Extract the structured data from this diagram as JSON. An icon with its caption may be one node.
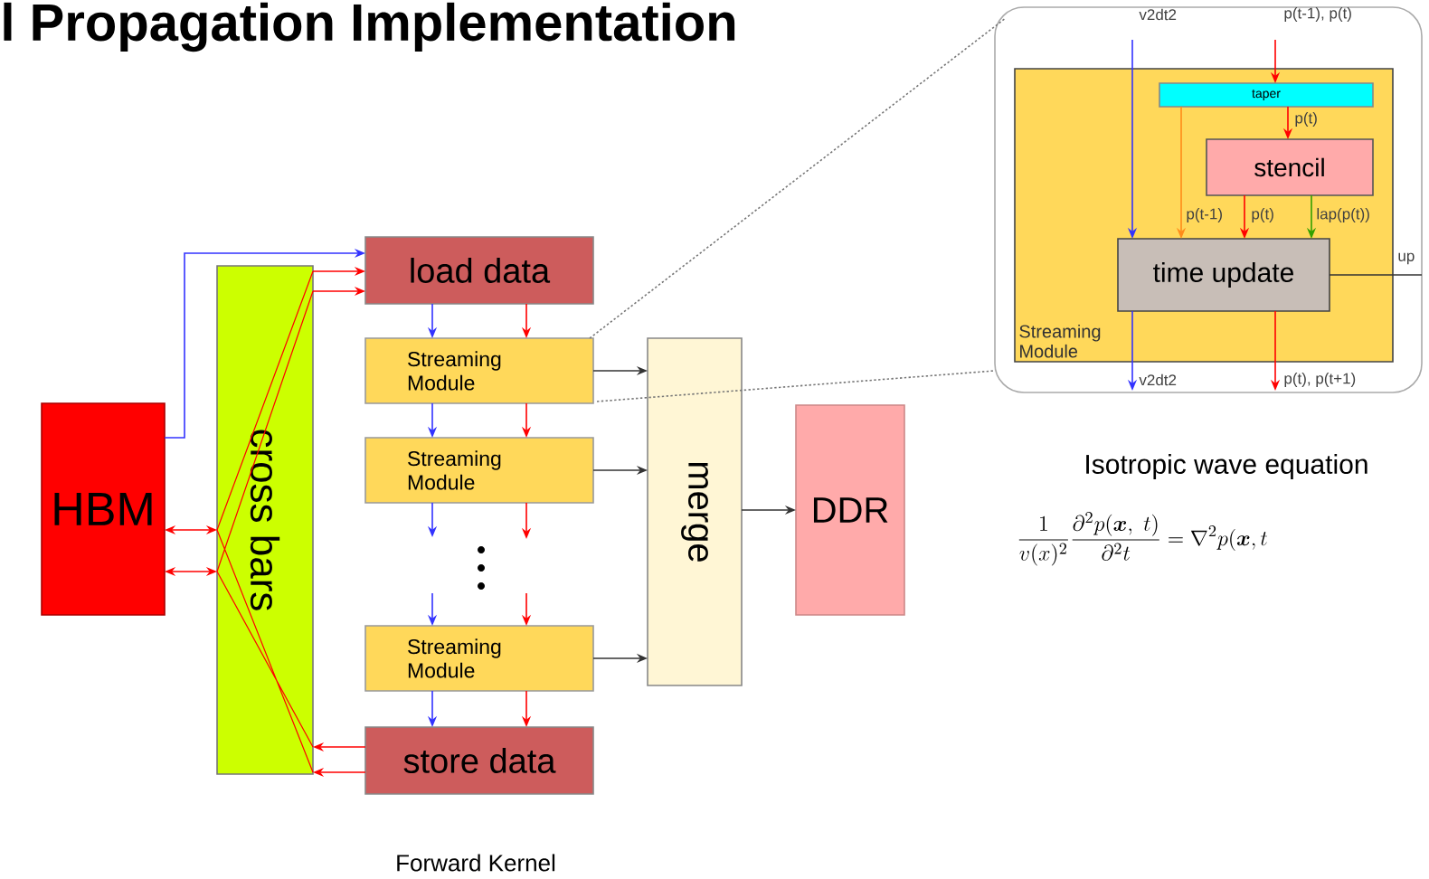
{
  "diagram": {
    "title": "l Propagation Implementation",
    "caption": "Forward Kernel",
    "nodes": [
      {
        "text": [
          "HBM"
        ]
      },
      {
        "text": [
          "cross bars"
        ]
      },
      {
        "text": [
          "load data"
        ]
      },
      {
        "text": [
          "Streaming Module"
        ]
      },
      {
        "text": [
          "Streaming Module"
        ]
      },
      {
        "text": [
          "Streaming Module"
        ]
      },
      {
        "text": [
          "store data"
        ]
      },
      {
        "text": [
          "merge"
        ]
      },
      {
        "text": [
          "DDR"
        ]
      },
      {
        "text": [],
        "shape": "box"
      },
      {
        "text": [
          "Streaming Module"
        ],
        "in": 9
      },
      {
        "text": [
          "taper"
        ],
        "in": 10
      },
      {
        "text": [
          "stencil"
        ],
        "in": 10
      },
      {
        "text": [
          "time update"
        ],
        "in": 10
      }
    ],
    "edges": [
      {
        "from": 0,
        "to": 2,
        "arrow": "to",
        "color": "#3333ff"
      },
      {
        "from": 0,
        "to": 1,
        "arrow": "both"
      },
      {
        "from": 0,
        "to": 1,
        "arrow": "both"
      },
      {
        "from": 1,
        "to": 2,
        "arrow": "to"
      },
      {
        "from": 1,
        "to": 2,
        "arrow": "to"
      },
      {
        "from": 6,
        "to": 1,
        "arrow": "to"
      },
      {
        "from": 6,
        "to": 1,
        "arrow": "to"
      },
      {
        "from": 2,
        "to": 3,
        "arrow": "to",
        "color": "#3333ff"
      },
      {
        "from": 2,
        "to": 3,
        "arrow": "to"
      },
      {
        "from": 3,
        "to": 4,
        "arrow": "to",
        "color": "#3333ff"
      },
      {
        "from": 3,
        "to": 4,
        "arrow": "to"
      },
      {
        "from": 4,
        "to": null,
        "arrow": "to",
        "color": "#3333ff"
      },
      {
        "from": 4,
        "to": null,
        "arrow": "to"
      },
      {
        "from": null,
        "to": 5,
        "arrow": "to",
        "color": "#3333ff"
      },
      {
        "from": null,
        "to": 5,
        "arrow": "to"
      },
      {
        "from": 5,
        "to": 6,
        "arrow": "to",
        "color": "#3333ff"
      },
      {
        "from": 5,
        "to": 6,
        "arrow": "to"
      },
      {
        "from": 3,
        "to": 7,
        "arrow": "to",
        "color": "#333333"
      },
      {
        "from": 4,
        "to": 7,
        "arrow": "to",
        "color": "#333333"
      },
      {
        "from": 5,
        "to": 7,
        "arrow": "to",
        "color": "#333333"
      },
      {
        "from": 7,
        "to": 8,
        "arrow": "to",
        "color": "#333333"
      },
      {
        "from": 3,
        "to": 9,
        "arrow": "none",
        "style": "dashed",
        "color": "#777777"
      },
      {
        "from": 3,
        "to": 9,
        "arrow": "none",
        "style": "dashed",
        "color": "#777777"
      },
      {
        "from": null,
        "to": 13,
        "arrow": "to",
        "label": "v2dt2",
        "color": "#3333ff"
      },
      {
        "from": null,
        "to": 11,
        "arrow": "to",
        "label": "p(t-1), p(t)"
      },
      {
        "from": 11,
        "to": 12,
        "arrow": "to",
        "label": "p(t)"
      },
      {
        "from": 11,
        "to": 13,
        "arrow": "to",
        "label": "p(t-1)",
        "color": "#ff8c1a"
      },
      {
        "from": 12,
        "to": 13,
        "arrow": "to",
        "label": "p(t)"
      },
      {
        "from": 12,
        "to": 13,
        "arrow": "to",
        "label": "lap(p(t))",
        "color": "#33a000"
      },
      {
        "from": 13,
        "to": null,
        "arrow": "to",
        "label": "v2dt2",
        "color": "#3333ff"
      },
      {
        "from": 13,
        "to": null,
        "arrow": "to",
        "label": "p(t), p(t+1)"
      },
      {
        "from": 13,
        "to": null,
        "arrow": "none",
        "label": "up",
        "color": "#333333"
      }
    ],
    "labels": [
      "Isotropic wave equation",
      "\\frac{1}{v(x)^2}\\frac{\\partial^2 p(\\boldsymbol{x},\\ t)}{\\partial^2 t} = \\nabla^2 p(\\boldsymbol{x},t"
    ]
  }
}
